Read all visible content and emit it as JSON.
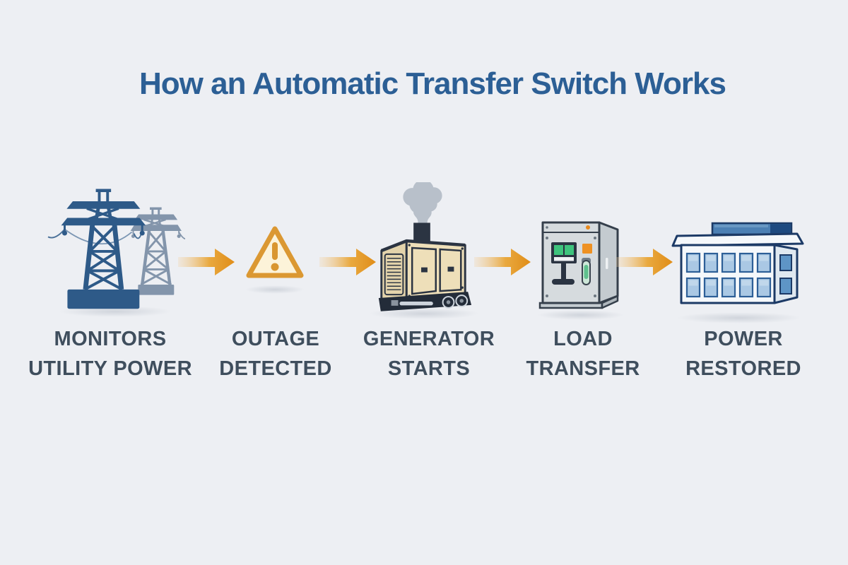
{
  "title": "How an Automatic Transfer Switch Works",
  "colors": {
    "background": "#edeff3",
    "title_text": "#2c5f95",
    "label_text": "#3f4e5d",
    "arrow_orange": "#e08d18",
    "arrow_orange_light": "#f3cf9b",
    "tower_primary": "#2e5a88",
    "tower_secondary": "#8395ab",
    "warning_border": "#db9832",
    "warning_fill": "#fcf3d9",
    "generator_body": "#eedfb9",
    "generator_side": "#e3d3ab",
    "generator_outline": "#2b3442",
    "smoke_gray": "#b8c0ca",
    "cabinet_body": "#d6dbde",
    "cabinet_side": "#c4cbd0",
    "screen_green": "#3ec47d",
    "indicator_orange": "#ee9122",
    "lever_green": "#5fc08d",
    "building_wall": "#f5f8fb",
    "building_side": "#dfe8f0",
    "building_outline": "#1c3a66",
    "building_window": "#aac8e4",
    "roof_unit_blue": "#4c80b4"
  },
  "flow": {
    "arrow_icon": "right-arrow-icon",
    "arrow_count": 4,
    "direction": "left-to-right"
  },
  "steps": [
    {
      "icon": "transmission-towers-icon",
      "label_line1": "MONITORS",
      "label_line2": "UTILITY POWER"
    },
    {
      "icon": "warning-triangle-icon",
      "label_line1": "OUTAGE",
      "label_line2": "DETECTED"
    },
    {
      "icon": "generator-icon",
      "label_line1": "GENERATOR",
      "label_line2": "STARTS"
    },
    {
      "icon": "transfer-switch-icon",
      "label_line1": "LOAD",
      "label_line2": "TRANSFER"
    },
    {
      "icon": "office-building-icon",
      "label_line1": "POWER",
      "label_line2": "RESTORED"
    }
  ]
}
